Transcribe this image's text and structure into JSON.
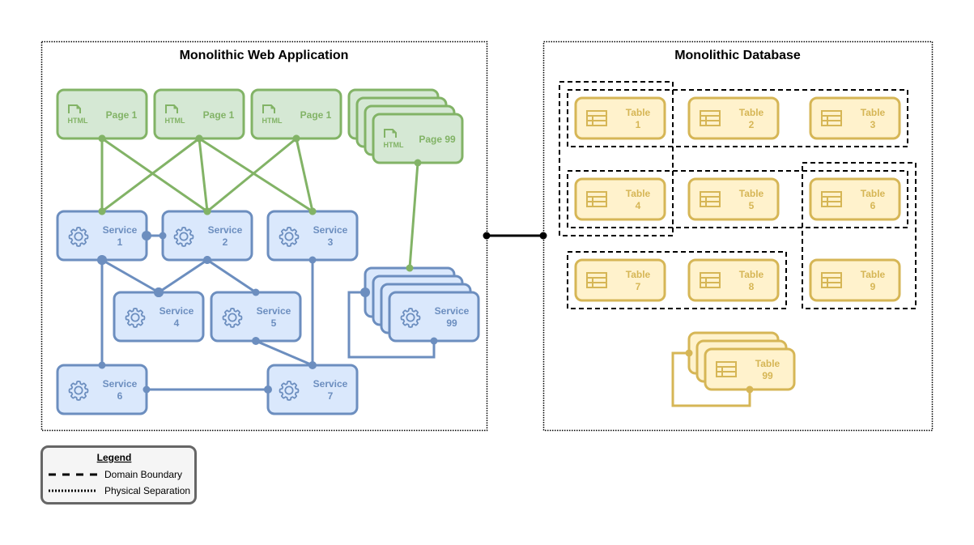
{
  "web_app": {
    "title": "Monolithic Web Application",
    "pages": [
      {
        "id": "page-1a",
        "label": "Page 1",
        "icon": "html-file-icon"
      },
      {
        "id": "page-1b",
        "label": "Page 1",
        "icon": "html-file-icon"
      },
      {
        "id": "page-1c",
        "label": "Page 1",
        "icon": "html-file-icon"
      },
      {
        "id": "page-99",
        "label": "Page 99",
        "icon": "html-file-icon",
        "stacked": true
      }
    ],
    "services": [
      {
        "id": "service-1",
        "line1": "Service",
        "line2": "1",
        "icon": "gear-icon"
      },
      {
        "id": "service-2",
        "line1": "Service",
        "line2": "2",
        "icon": "gear-icon"
      },
      {
        "id": "service-3",
        "line1": "Service",
        "line2": "3",
        "icon": "gear-icon"
      },
      {
        "id": "service-4",
        "line1": "Service",
        "line2": "4",
        "icon": "gear-icon"
      },
      {
        "id": "service-5",
        "line1": "Service",
        "line2": "5",
        "icon": "gear-icon"
      },
      {
        "id": "service-6",
        "line1": "Service",
        "line2": "6",
        "icon": "gear-icon"
      },
      {
        "id": "service-7",
        "line1": "Service",
        "line2": "7",
        "icon": "gear-icon"
      },
      {
        "id": "service-99",
        "line1": "Service",
        "line2": "99",
        "icon": "gear-icon",
        "stacked": true
      }
    ],
    "page_service_links": [
      [
        "page-1a",
        "service-1"
      ],
      [
        "page-1a",
        "service-2"
      ],
      [
        "page-1b",
        "service-1"
      ],
      [
        "page-1b",
        "service-2"
      ],
      [
        "page-1b",
        "service-3"
      ],
      [
        "page-1c",
        "service-2"
      ],
      [
        "page-1c",
        "service-3"
      ],
      [
        "page-99",
        "service-99"
      ]
    ],
    "service_links": [
      [
        "service-1",
        "service-2"
      ],
      [
        "service-1",
        "service-4"
      ],
      [
        "service-1",
        "service-6"
      ],
      [
        "service-2",
        "service-4"
      ],
      [
        "service-2",
        "service-5"
      ],
      [
        "service-3",
        "service-7"
      ],
      [
        "service-5",
        "service-7"
      ],
      [
        "service-6",
        "service-7"
      ],
      [
        "service-99",
        "service-99"
      ]
    ]
  },
  "database": {
    "title": "Monolithic Database",
    "tables": [
      {
        "id": "table-1",
        "line1": "Table",
        "line2": "1",
        "icon": "table-icon"
      },
      {
        "id": "table-2",
        "line1": "Table",
        "line2": "2",
        "icon": "table-icon"
      },
      {
        "id": "table-3",
        "line1": "Table",
        "line2": "3",
        "icon": "table-icon"
      },
      {
        "id": "table-4",
        "line1": "Table",
        "line2": "4",
        "icon": "table-icon"
      },
      {
        "id": "table-5",
        "line1": "Table",
        "line2": "5",
        "icon": "table-icon"
      },
      {
        "id": "table-6",
        "line1": "Table",
        "line2": "6",
        "icon": "table-icon"
      },
      {
        "id": "table-7",
        "line1": "Table",
        "line2": "7",
        "icon": "table-icon"
      },
      {
        "id": "table-8",
        "line1": "Table",
        "line2": "8",
        "icon": "table-icon"
      },
      {
        "id": "table-9",
        "line1": "Table",
        "line2": "9",
        "icon": "table-icon"
      },
      {
        "id": "table-99",
        "line1": "Table",
        "line2": "99",
        "icon": "table-icon",
        "stacked": true
      }
    ]
  },
  "connection": {
    "from": "web_app",
    "to": "database"
  },
  "legend": {
    "title": "Legend",
    "items": [
      {
        "style": "dashed",
        "label": "Domain Boundary"
      },
      {
        "style": "dotted",
        "label": "Physical Separation"
      }
    ]
  },
  "colors": {
    "page_fill": "#d5e8d4",
    "page_stroke": "#82b366",
    "page_text": "#82b366",
    "service_fill": "#dae8fc",
    "service_stroke": "#6c8ebf",
    "service_text": "#6c8ebf",
    "table_fill": "#fff2cc",
    "table_stroke": "#d6b656",
    "table_text": "#d6b656",
    "legend_fill": "#f5f5f5",
    "legend_stroke": "#666666"
  }
}
